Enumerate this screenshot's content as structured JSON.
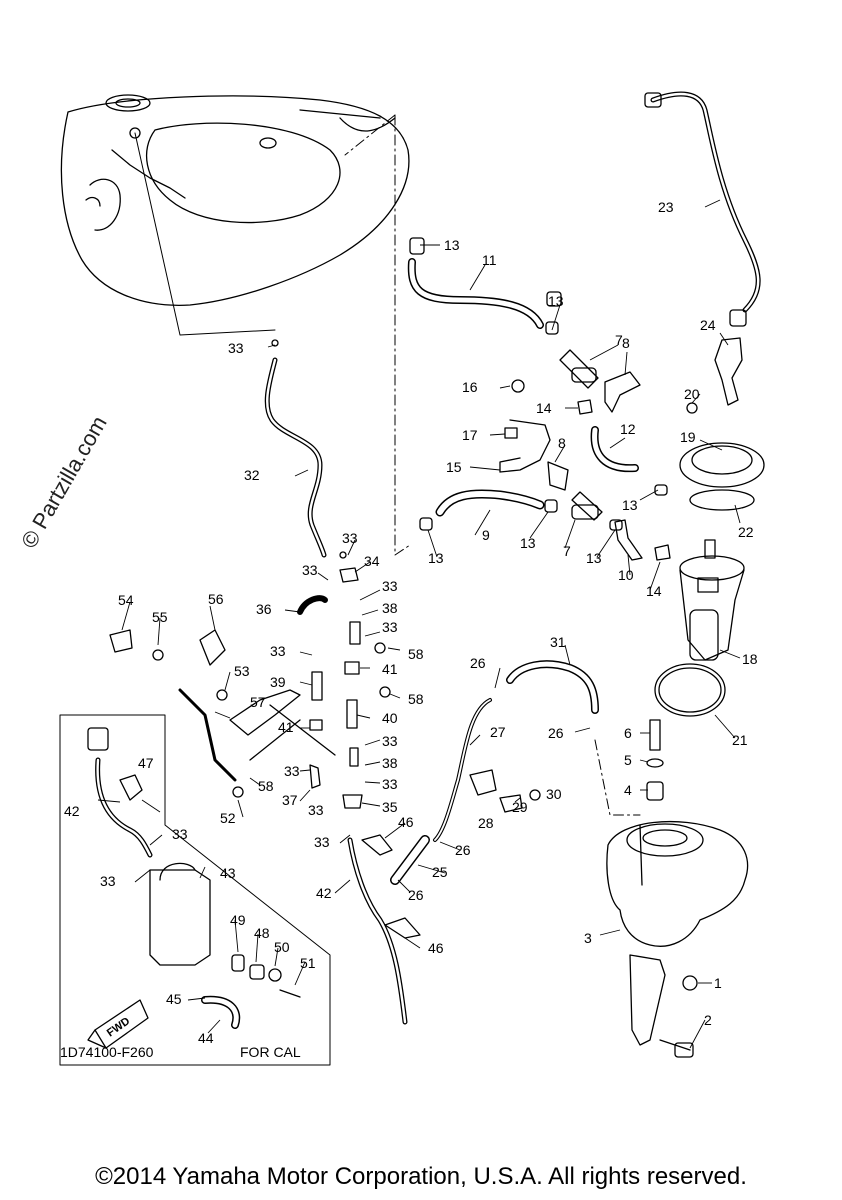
{
  "watermark": "© Partzilla.com",
  "diagram_code": "1D74100-F260",
  "inset_label": "FOR CAL",
  "fwd_label": "FWD",
  "copyright": "©2014 Yamaha Motor Corporation, U.S.A. All rights reserved.",
  "callouts": [
    {
      "id": "c1",
      "text": "1"
    },
    {
      "id": "c2",
      "text": "2"
    },
    {
      "id": "c3",
      "text": "3"
    },
    {
      "id": "c4",
      "text": "4"
    },
    {
      "id": "c5",
      "text": "5"
    },
    {
      "id": "c6",
      "text": "6"
    },
    {
      "id": "c7a",
      "text": "7"
    },
    {
      "id": "c7b",
      "text": "7"
    },
    {
      "id": "c8a",
      "text": "8"
    },
    {
      "id": "c8b",
      "text": "8"
    },
    {
      "id": "c9",
      "text": "9"
    },
    {
      "id": "c10",
      "text": "10"
    },
    {
      "id": "c11",
      "text": "11"
    },
    {
      "id": "c12",
      "text": "12"
    },
    {
      "id": "c13a",
      "text": "13"
    },
    {
      "id": "c13b",
      "text": "13"
    },
    {
      "id": "c13c",
      "text": "13"
    },
    {
      "id": "c13d",
      "text": "13"
    },
    {
      "id": "c13e",
      "text": "13"
    },
    {
      "id": "c13f",
      "text": "13"
    },
    {
      "id": "c14a",
      "text": "14"
    },
    {
      "id": "c14b",
      "text": "14"
    },
    {
      "id": "c15",
      "text": "15"
    },
    {
      "id": "c16",
      "text": "16"
    },
    {
      "id": "c17",
      "text": "17"
    },
    {
      "id": "c18",
      "text": "18"
    },
    {
      "id": "c19",
      "text": "19"
    },
    {
      "id": "c20",
      "text": "20"
    },
    {
      "id": "c21",
      "text": "21"
    },
    {
      "id": "c22",
      "text": "22"
    },
    {
      "id": "c23",
      "text": "23"
    },
    {
      "id": "c24",
      "text": "24"
    },
    {
      "id": "c25",
      "text": "25"
    },
    {
      "id": "c26a",
      "text": "26"
    },
    {
      "id": "c26b",
      "text": "26"
    },
    {
      "id": "c26c",
      "text": "26"
    },
    {
      "id": "c26d",
      "text": "26"
    },
    {
      "id": "c27",
      "text": "27"
    },
    {
      "id": "c28",
      "text": "28"
    },
    {
      "id": "c29",
      "text": "29"
    },
    {
      "id": "c30",
      "text": "30"
    },
    {
      "id": "c31",
      "text": "31"
    },
    {
      "id": "c32",
      "text": "32"
    },
    {
      "id": "c33a",
      "text": "33"
    },
    {
      "id": "c33b",
      "text": "33"
    },
    {
      "id": "c33c",
      "text": "33"
    },
    {
      "id": "c33d",
      "text": "33"
    },
    {
      "id": "c33e",
      "text": "33"
    },
    {
      "id": "c33f",
      "text": "33"
    },
    {
      "id": "c33g",
      "text": "33"
    },
    {
      "id": "c33h",
      "text": "33"
    },
    {
      "id": "c33i",
      "text": "33"
    },
    {
      "id": "c33j",
      "text": "33"
    },
    {
      "id": "c33k",
      "text": "33"
    },
    {
      "id": "c33l",
      "text": "33"
    },
    {
      "id": "c33m",
      "text": "33"
    },
    {
      "id": "c34",
      "text": "34"
    },
    {
      "id": "c35",
      "text": "35"
    },
    {
      "id": "c36",
      "text": "36"
    },
    {
      "id": "c37",
      "text": "37"
    },
    {
      "id": "c38a",
      "text": "38"
    },
    {
      "id": "c38b",
      "text": "38"
    },
    {
      "id": "c39",
      "text": "39"
    },
    {
      "id": "c40",
      "text": "40"
    },
    {
      "id": "c41a",
      "text": "41"
    },
    {
      "id": "c41b",
      "text": "41"
    },
    {
      "id": "c42a",
      "text": "42"
    },
    {
      "id": "c42b",
      "text": "42"
    },
    {
      "id": "c43",
      "text": "43"
    },
    {
      "id": "c44",
      "text": "44"
    },
    {
      "id": "c45",
      "text": "45"
    },
    {
      "id": "c46a",
      "text": "46"
    },
    {
      "id": "c46b",
      "text": "46"
    },
    {
      "id": "c47",
      "text": "47"
    },
    {
      "id": "c48",
      "text": "48"
    },
    {
      "id": "c49",
      "text": "49"
    },
    {
      "id": "c50",
      "text": "50"
    },
    {
      "id": "c51",
      "text": "51"
    },
    {
      "id": "c52",
      "text": "52"
    },
    {
      "id": "c53",
      "text": "53"
    },
    {
      "id": "c54",
      "text": "54"
    },
    {
      "id": "c55",
      "text": "55"
    },
    {
      "id": "c56",
      "text": "56"
    },
    {
      "id": "c57",
      "text": "57"
    },
    {
      "id": "c58a",
      "text": "58"
    },
    {
      "id": "c58b",
      "text": "58"
    },
    {
      "id": "c58c",
      "text": "58"
    }
  ]
}
